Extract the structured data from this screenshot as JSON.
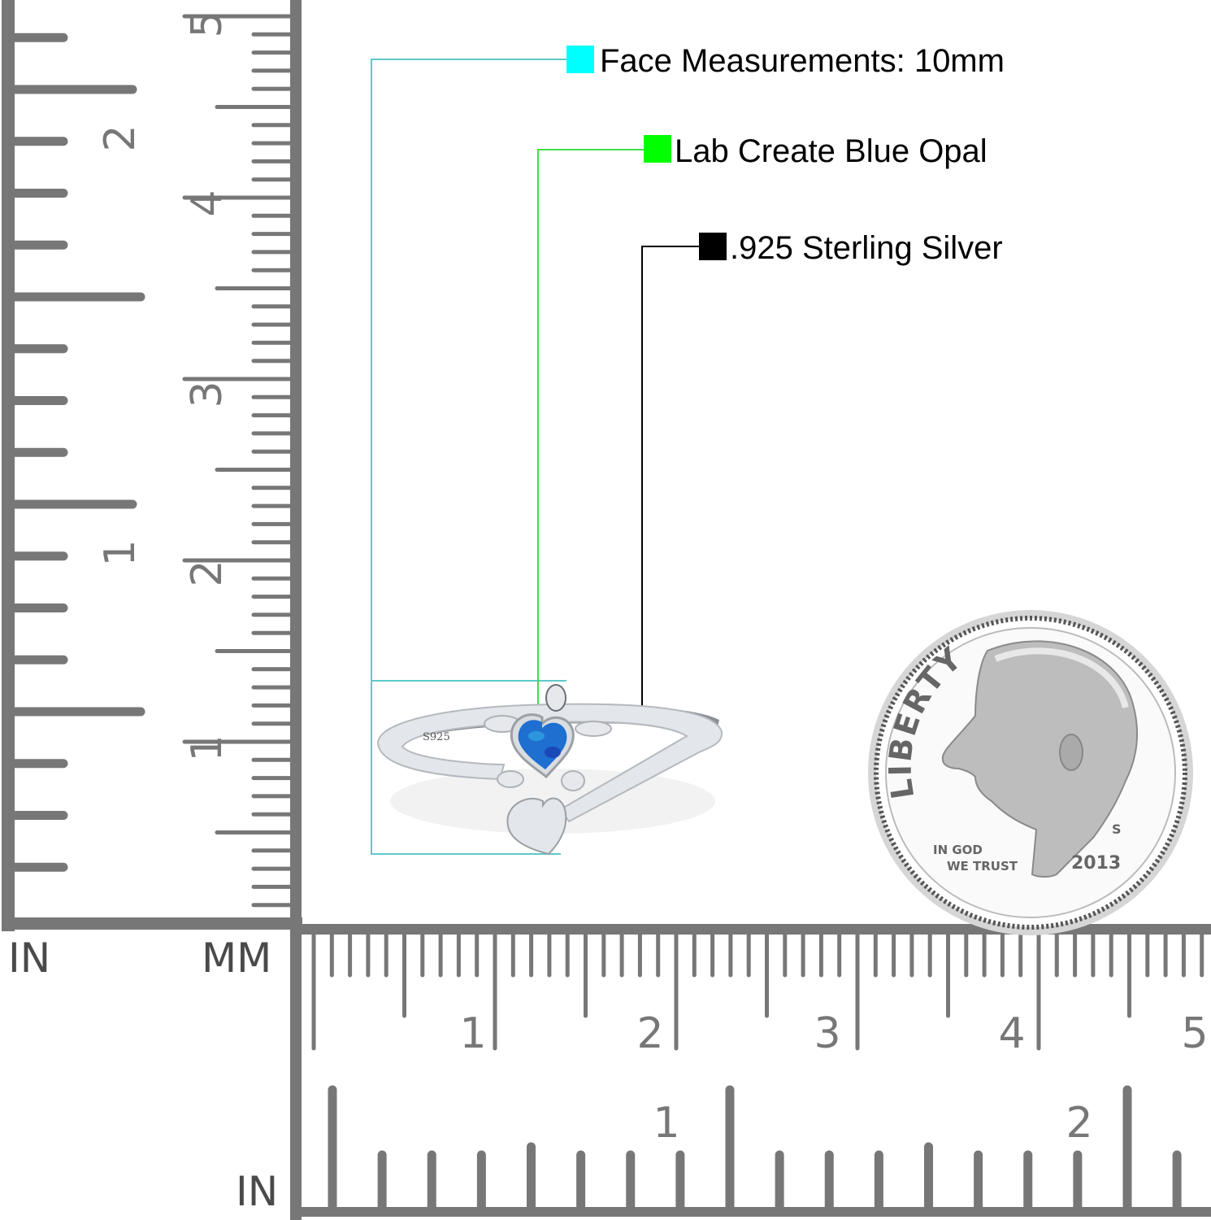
{
  "callouts": [
    {
      "id": "face",
      "label": "Face Measurements: 10mm",
      "color": "#00ffff",
      "line_color": "#5ec9c9"
    },
    {
      "id": "stone",
      "label": "Lab Create Blue Opal",
      "color": "#00ff00",
      "line_color": "#44dd44"
    },
    {
      "id": "metal",
      "label": ".925 Sterling Silver",
      "color": "#000000",
      "line_color": "#000000"
    }
  ],
  "ruler": {
    "color": "#777777",
    "units": {
      "left_top": "IN",
      "corner": "MM",
      "bottom": "IN"
    },
    "vertical_mm_labels": [
      "5",
      "4",
      "3",
      "2",
      "1"
    ],
    "vertical_in_labels": [
      "2",
      "1"
    ],
    "horizontal_mm_labels": [
      "1",
      "2",
      "3",
      "4",
      "5"
    ],
    "horizontal_in_labels": [
      "1",
      "2"
    ]
  },
  "ring": {
    "stamp": "S925",
    "stone_color": "#1f6fd0",
    "metal_color": "#d9dde2"
  },
  "coin": {
    "top_text": "LIBERTY",
    "motto_line1": "IN GOD",
    "motto_line2": "WE TRUST",
    "mint_mark": "S",
    "year": "2013"
  }
}
